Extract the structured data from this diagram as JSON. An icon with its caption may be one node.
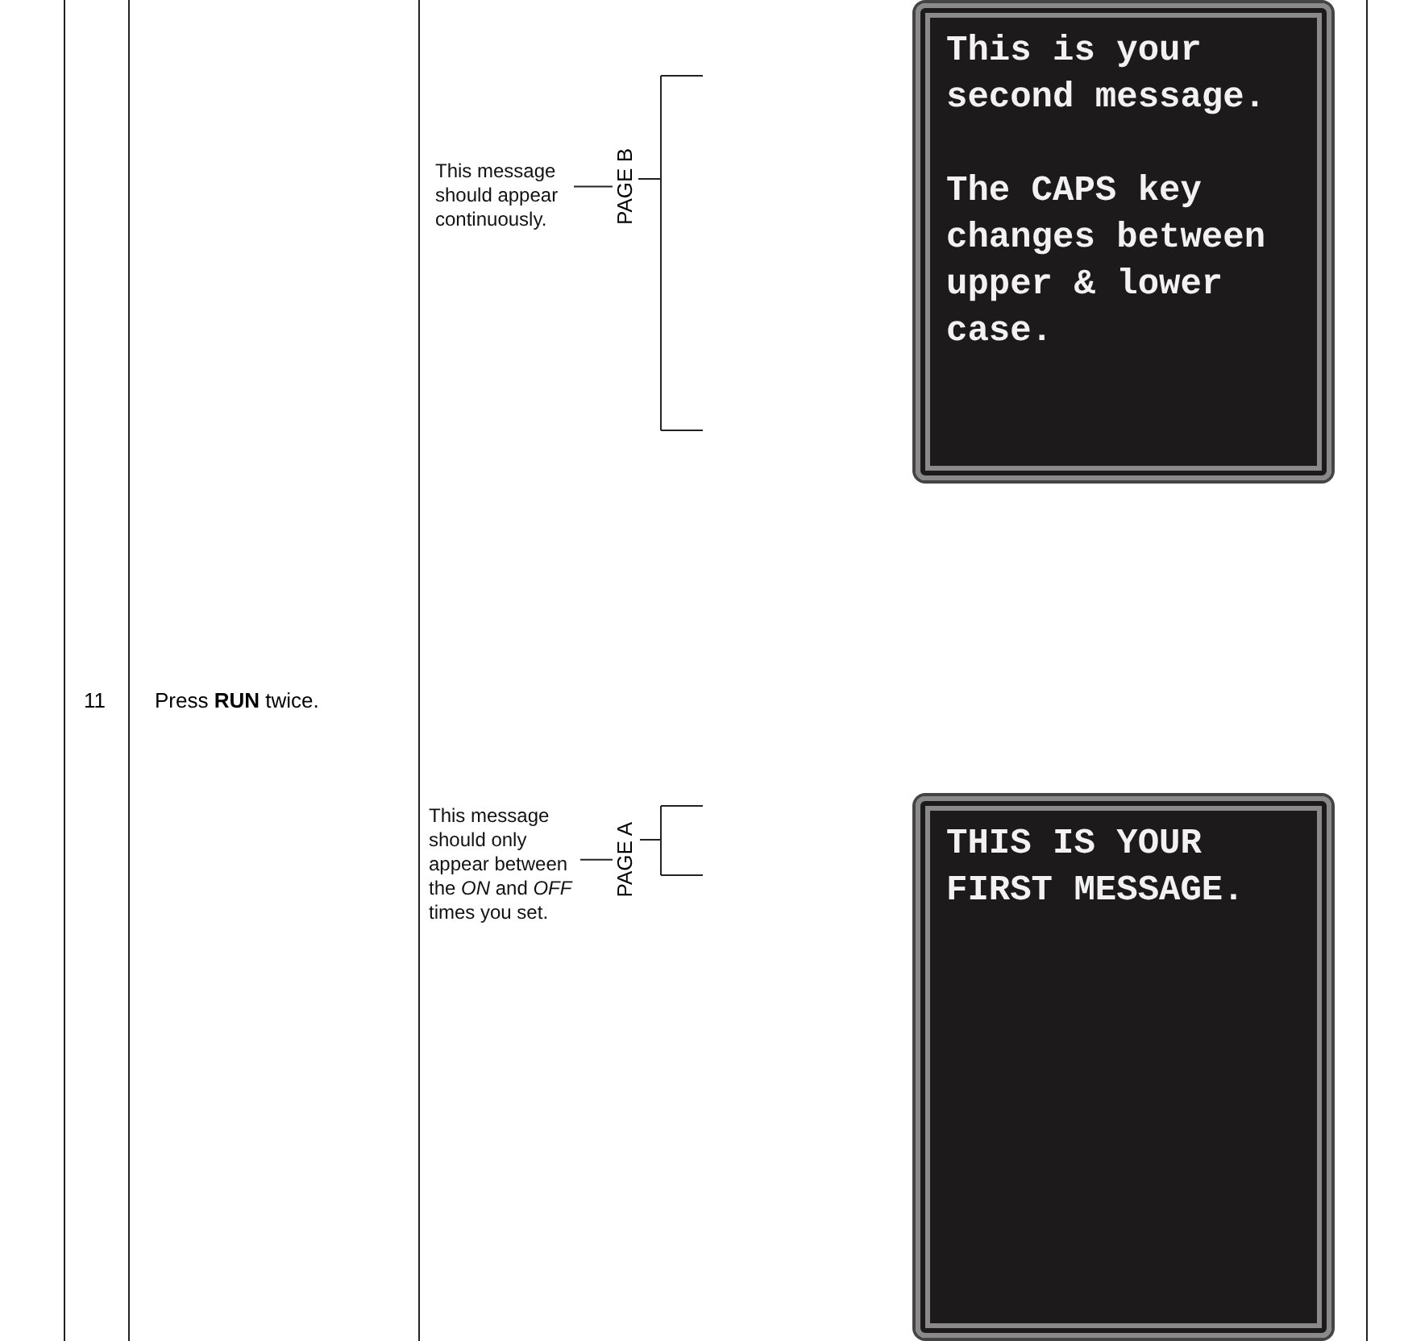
{
  "diagram": {
    "nodes": [
      {
        "text": [
          "This message should appear continuously."
        ]
      },
      {
        "text": [
          "PAGE B"
        ]
      },
      {
        "text": [
          "This is your second message.",
          "The CAPS key changes between upper & lower case."
        ]
      },
      {
        "text": [
          "This message should only appear between the *ON* and *OFF* times you set."
        ]
      },
      {
        "text": [
          "PAGE A"
        ]
      },
      {
        "text": [
          "THIS IS YOUR FIRST MESSAGE."
        ]
      }
    ],
    "edges": [
      {
        "from": 0,
        "to": 1,
        "arrow": "none"
      },
      {
        "from": 3,
        "to": 4,
        "arrow": "none"
      }
    ],
    "labels": [
      "11",
      "Press **RUN** twice."
    ]
  }
}
